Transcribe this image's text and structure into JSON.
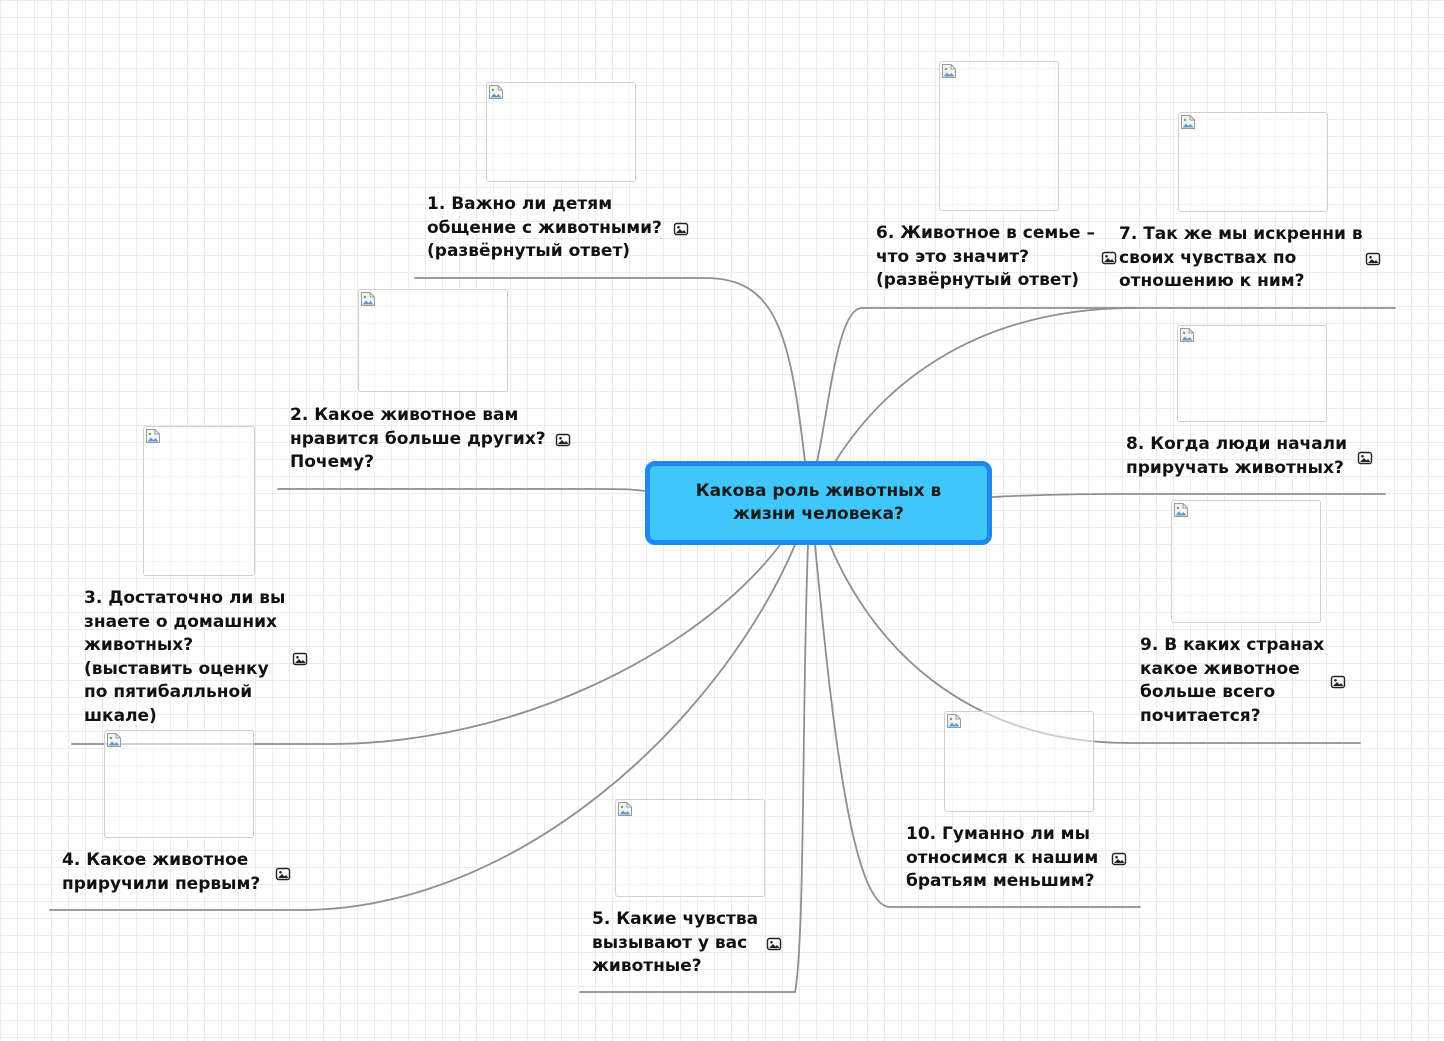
{
  "center": {
    "title": "Какова роль животных в жизни человека?"
  },
  "topics": [
    {
      "label": "1. Важно ли детям\nобщение с животными?\n(развёрнутый ответ)"
    },
    {
      "label": "2. Какое животное вам\nнравится больше других?\nПочему?"
    },
    {
      "label": "3. Достаточно ли вы\nзнаете о домашних\nживотных?\n(выставить оценку\nпо пятибалльной\nшкале)"
    },
    {
      "label": "4. Какое животное\nприручили первым?"
    },
    {
      "label": "5. Какие чувства\nвызывают у вас\nживотные?"
    },
    {
      "label": "6. Животное в семье –\nчто это значит?\n(развёрнутый ответ)"
    },
    {
      "label": "7. Так же мы искренни в\nсвоих чувствах по\nотношению к ним?"
    },
    {
      "label": "8. Когда люди начали\nприручать животных?"
    },
    {
      "label": "9. В каких странах\nкакое животное\nбольше всего\nпочитается?"
    },
    {
      "label": "10. Гуманно ли мы\nотносимся к нашим\nбратьям меньшим?"
    }
  ],
  "icons": {
    "attachment": "image-attachment-icon",
    "placeholder": "broken-image-icon"
  },
  "colors": {
    "center_fill": "#3fc6fb",
    "center_border": "#1e88f0",
    "connector": "#8c8c8c",
    "grid": "#ececec"
  }
}
